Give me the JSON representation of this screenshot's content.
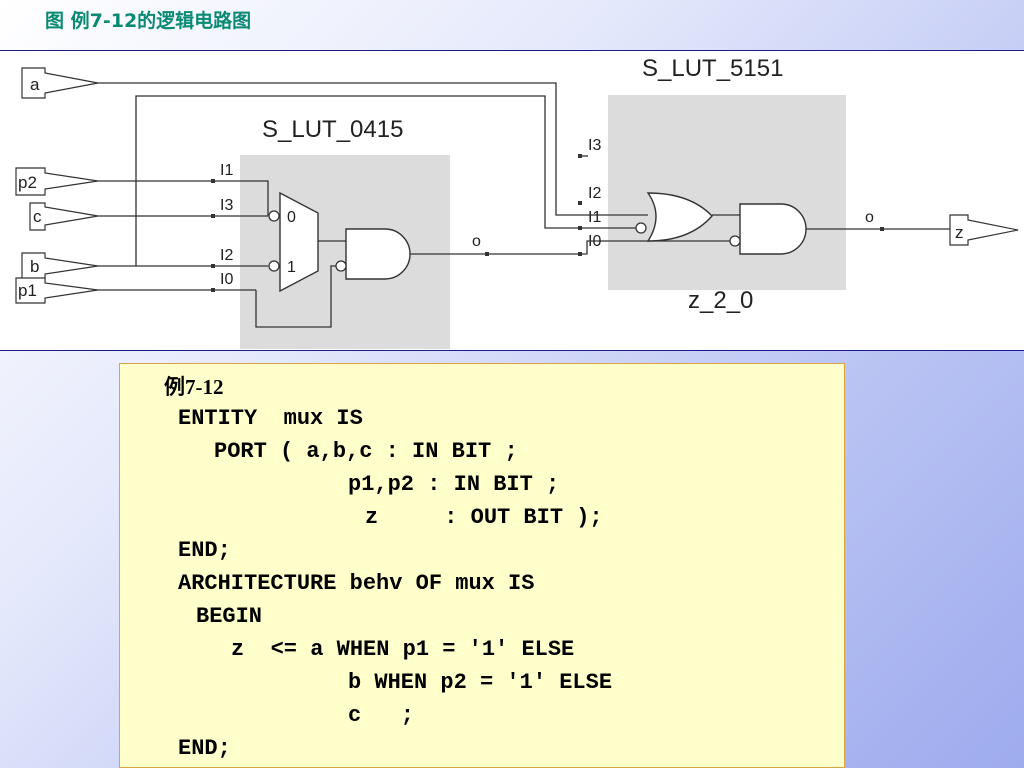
{
  "slide": {
    "title": "图  例7-12的逻辑电路图"
  },
  "diagram": {
    "blocks": [
      {
        "label": "S_LUT_0415"
      },
      {
        "label": "S_LUT_5151"
      },
      {
        "label": "z_2_0"
      }
    ],
    "ports": {
      "a": "a",
      "p2": "p2",
      "c": "c",
      "b": "b",
      "p1": "p1",
      "z": "z"
    },
    "pins": {
      "lut0415": [
        "I1",
        "I3",
        "I2",
        "I0"
      ],
      "lut0415_out": "o",
      "lut5151": [
        "I3",
        "I2",
        "I1",
        "I0"
      ],
      "lut5151_out": "o"
    },
    "mux_inputs": [
      "0",
      "1"
    ]
  },
  "code": {
    "title": "例7-12",
    "lines": [
      "ENTITY  mux IS",
      "PORT ( a,b,c : IN BIT ;",
      "p1,p2 : IN BIT ;",
      "z     : OUT BIT );",
      "END;",
      "ARCHITECTURE behv OF mux IS",
      "BEGIN",
      "z  <= a WHEN p1 = '1' ELSE",
      "b WHEN p2 = '1' ELSE",
      "c   ;",
      "END;"
    ]
  }
}
